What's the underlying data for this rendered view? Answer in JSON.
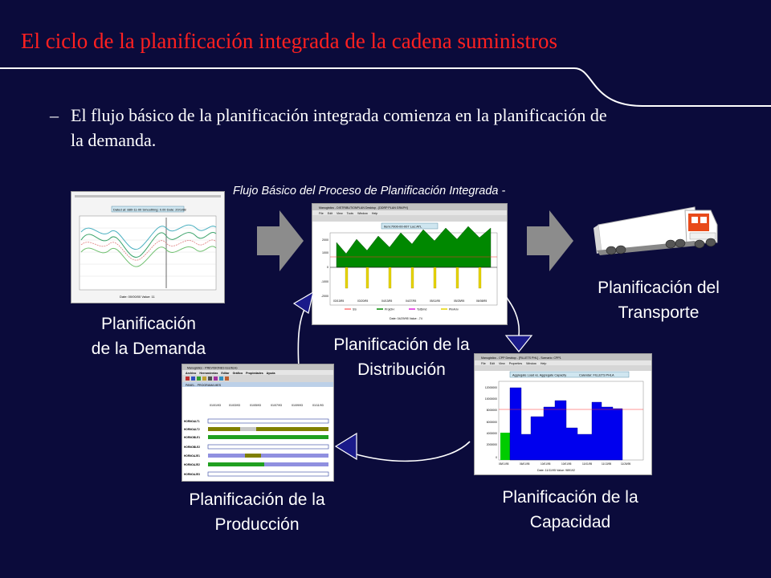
{
  "slide": {
    "title": "El ciclo de la planificación integrada de la cadena suministros",
    "bullet_dash": "–",
    "bullet_text": "El flujo básico de la planificación integrada comienza en la planificación de la demanda.",
    "flow_title": "Flujo Básico del Proceso de Planificación Integrada -"
  },
  "captions": {
    "demand_1": "Planificación",
    "demand_2": "de la Demanda",
    "distribution_1": "Planificación de la",
    "distribution_2": "Distribución",
    "transport_1": "Planificación del",
    "transport_2": "Transporte",
    "production_1": "Planificación de la",
    "production_2": "Producción",
    "capacity_1": "Planificación de la",
    "capacity_2": "Capacidad"
  },
  "screens": {
    "distribution": {
      "window_title": "Manugistics - DISTRIBUTIONPLAN Desktop - [DDRP PLAN GRAPH]",
      "menu": [
        "File",
        "Edit",
        "View",
        "Tools",
        "Window",
        "Help"
      ],
      "info": "Item:7000-00-007      Loc:ATL",
      "y_ticks": [
        "2000",
        "1000",
        "0",
        "-1000",
        "-2000"
      ],
      "x_ticks": [
        "03/13/95",
        "03/20/95",
        "04/13/95",
        "04/27/95",
        "05/11/95",
        "05/25/95",
        "06/08/95"
      ],
      "legend": [
        "SS",
        "ProjOH",
        "TotDmd",
        "PlnArrv"
      ],
      "status": "Date: 04/29/95  Value: -74"
    },
    "production": {
      "window_title": "Manugistics - PREVISIONES Escritorio",
      "menu": [
        "Archivo",
        "Herramientas",
        "Editar",
        "Gráfico",
        "Propiedades",
        "Ayuda"
      ],
      "panel_title": "PANEL - PROGRAMA MES",
      "dates": [
        "01/01/93",
        "01/03/93",
        "01/05/93",
        "01/07/93",
        "01/09/93",
        "01/11/93"
      ],
      "rows": [
        "HORNOALT1",
        "HORNOALT2",
        "HORNOBLE1",
        "HORNOBLE2",
        "HORNOAJE1",
        "HORNOAJE2",
        "HORNOAJE3"
      ]
    },
    "capacity": {
      "window_title": "Manugistics - CPP Desktop - [FILLETS PHL] - Scenario: CPP1",
      "menu": [
        "File",
        "Edit",
        "View",
        "Properties",
        "Window",
        "Help"
      ],
      "info_left": "Aggregate Load vs. Aggregate Capacity",
      "info_right": "Calendar: FILLETS PHLA",
      "y_ticks": [
        "12000000",
        "10000000",
        "8000000",
        "6000000",
        "4000000",
        "2000000",
        "0"
      ],
      "x_ticks": [
        "05/01/95",
        "06/01/95",
        "10/01/95",
        "10/01/95",
        "11/01/95",
        "11/13/95",
        "11/26/95"
      ],
      "status": "Date: 11/11/95  Value: 989192"
    },
    "demand": {
      "info": "Dated at: 880-11-00    Smoothing: 0.00    Date: 20/1/88",
      "status": "Date: 00/00/00  Value: 11"
    }
  },
  "colors": {
    "background": "#0b0b3b",
    "title": "#ff2020",
    "text": "#ffffff",
    "arrow": "#8c8c8c",
    "bar_green": "#008800",
    "bar_blue": "#0000ee"
  }
}
